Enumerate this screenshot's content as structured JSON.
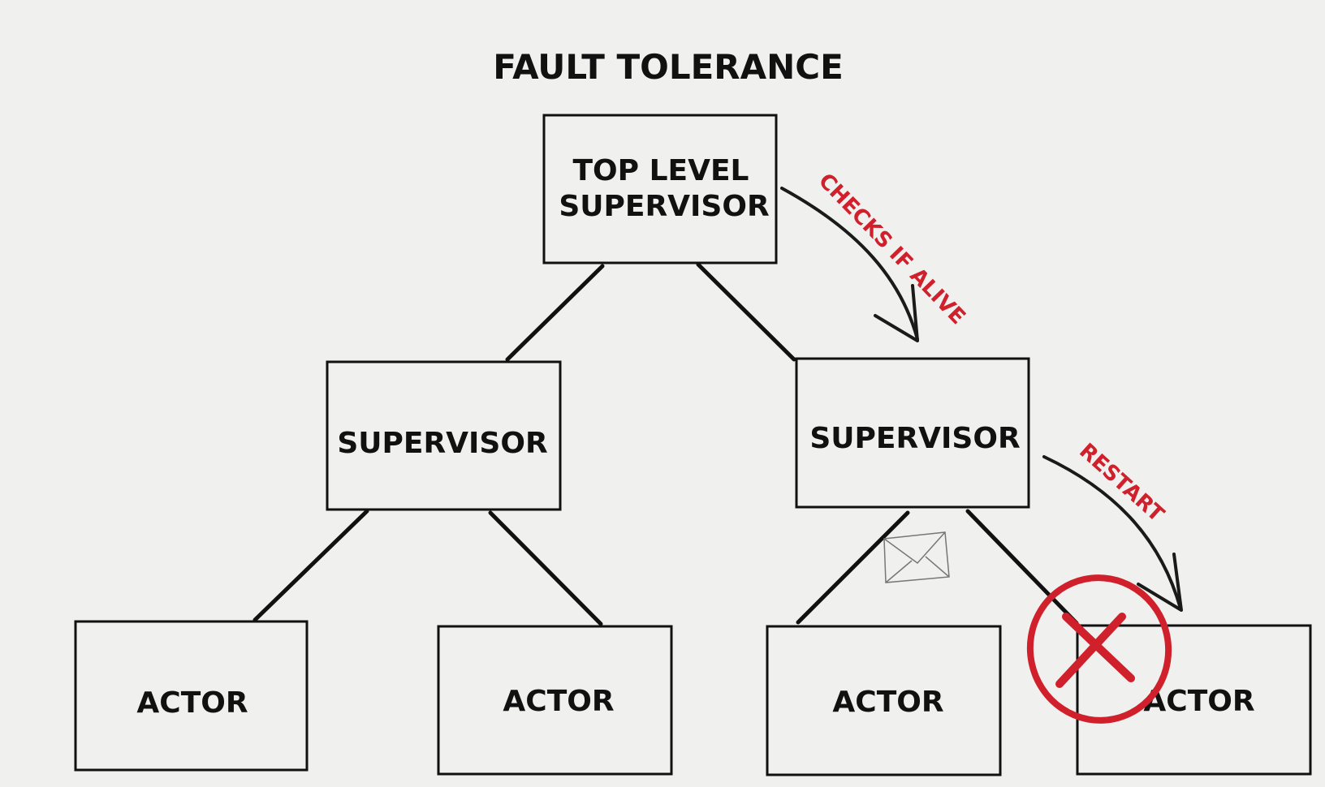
{
  "title": "FAULT TOLERANCE",
  "nodes": {
    "top": {
      "line1": "TOP LEVEL",
      "line2": "SUPERVISOR"
    },
    "supervisor_left": {
      "label": "SUPERVISOR"
    },
    "supervisor_right": {
      "label": "SUPERVISOR"
    },
    "actor_1": {
      "label": "ACTOR"
    },
    "actor_2": {
      "label": "ACTOR"
    },
    "actor_3": {
      "label": "ACTOR"
    },
    "actor_4": {
      "label": "ACTOR"
    }
  },
  "annotations": {
    "checks": "CHECKS IF ALIVE",
    "restart": "RESTART"
  },
  "colors": {
    "background": "#f0f0ef",
    "ink": "#111111",
    "accent_red": "#d0202c",
    "envelope": "#777777"
  },
  "icons": {
    "message": "envelope-icon",
    "failure": "red-x-circle-icon"
  }
}
